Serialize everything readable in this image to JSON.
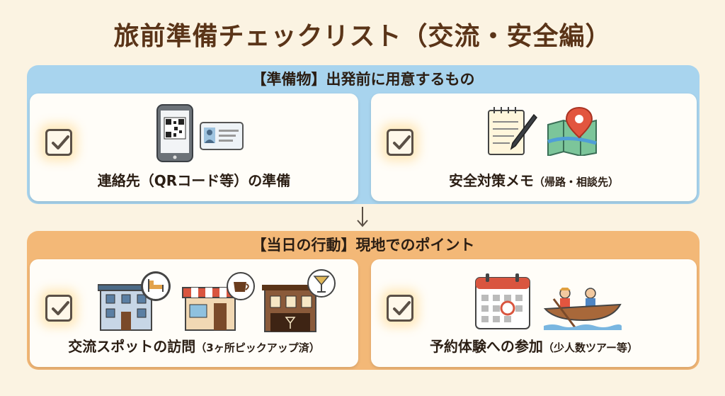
{
  "title": "旅前準備チェックリスト（交流・安全編）",
  "section1": {
    "heading": "【準備物】出発前に用意するもの",
    "card1": {
      "label_main": "連絡先（QRコード等）",
      "label_tail": "の準備",
      "icons": [
        "smartphone-qr-icon",
        "id-card-icon"
      ]
    },
    "card2": {
      "label_main": "安全対策メモ",
      "label_small": "（帰路・相談先）",
      "icons": [
        "notepad-pen-icon",
        "map-pin-icon"
      ]
    }
  },
  "section2": {
    "heading": "【当日の行動】現地でのポイント",
    "card1": {
      "label_main": "交流スポットの訪問",
      "label_small": "（3ヶ所ピックアップ済）",
      "icons": [
        "hotel-icon",
        "cafe-icon",
        "bar-icon"
      ]
    },
    "card2": {
      "label_main": "予約体験への参加",
      "label_small": "（少人数ツアー等）",
      "icons": [
        "calendar-icon",
        "canoe-icon"
      ]
    }
  },
  "colors": {
    "background": "#fbf3e2",
    "section1": "#a8d4ee",
    "section2": "#f3b877",
    "title": "#5a3418"
  }
}
